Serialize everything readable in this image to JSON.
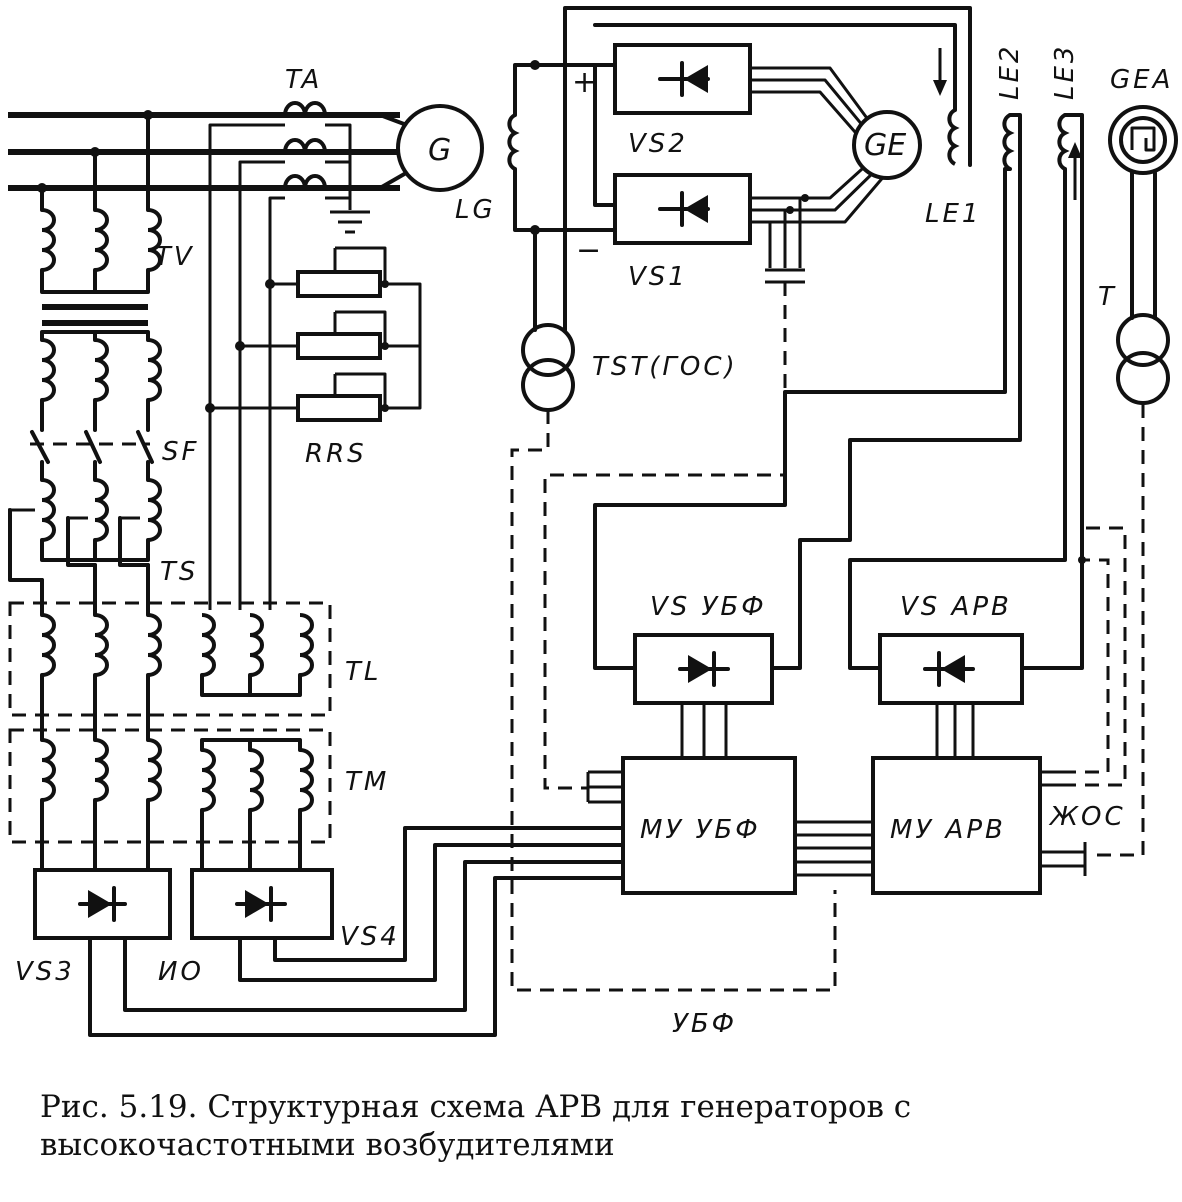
{
  "labels": {
    "TA": "TA",
    "G": "G",
    "TV": "TV",
    "LG": "LG",
    "SF": "SF",
    "TS": "TS",
    "RRS": "RRS",
    "TL": "TL",
    "TM": "TM",
    "VS3": "VS3",
    "IO": "ИО",
    "VS4": "VS4",
    "VS2": "VS2",
    "VS1": "VS1",
    "GE": "GE",
    "LE1": "LE1",
    "LE2": "LE2",
    "LE3": "LE3",
    "GEA": "GEA",
    "T": "T",
    "TST": "TST(ГОС)",
    "VS_UBF": "VS УБФ",
    "VS_ARV": "VS АРВ",
    "MU_UBF": "МУ УБФ",
    "MU_ARV": "МУ АРВ",
    "JOS": "ЖОС",
    "UBF": "УБФ",
    "plus": "+",
    "minus": "−"
  },
  "caption": {
    "prefix": "Рис. 5.19.",
    "text": "Структурная схема АРВ для генераторов с высокочастотными возбудителями"
  }
}
